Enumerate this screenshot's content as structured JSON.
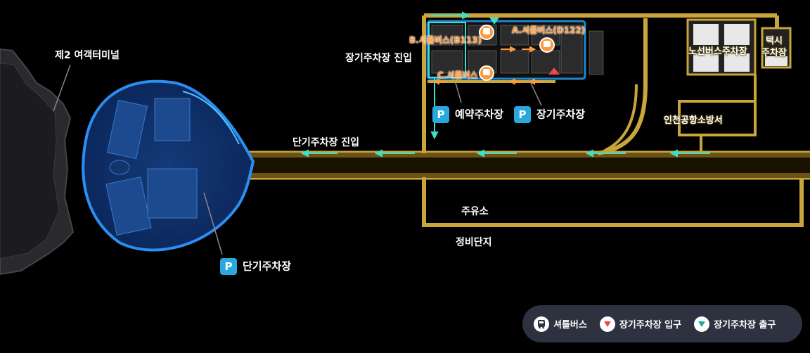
{
  "labels": {
    "terminal2": "제2 여객터미널",
    "long_term_entry": "장기주차장 진입",
    "short_term_entry": "단기주차장 진입",
    "shuttle_a": "A.셔틀버스(D122)",
    "shuttle_b": "B.셔틀버스(B113)",
    "shuttle_c": "C.셔틀버스",
    "bus_parking": "노선버스주차장",
    "taxi_parking": "택시\n주차장",
    "fire_station": "인천공항소방서",
    "gas_station": "주유소",
    "maintenance": "정비단지"
  },
  "parking": {
    "reserved": {
      "badge": "P",
      "label": "예약주차장"
    },
    "long_term": {
      "badge": "P",
      "label": "장기주차장"
    },
    "short_term": {
      "badge": "P",
      "label": "단기주차장"
    }
  },
  "legend": {
    "shuttle": "셔틀버스",
    "long_term_entrance": "장기주차장 입구",
    "long_term_exit": "장기주차장 출구"
  },
  "colors": {
    "road": "#6b5413",
    "road_border": "#c9a53a",
    "parking_blue": "#1e86d0",
    "arrow": "#3ee0c8",
    "shuttle_orange": "#ff9a3c",
    "legend_bg": "#2d3140"
  }
}
